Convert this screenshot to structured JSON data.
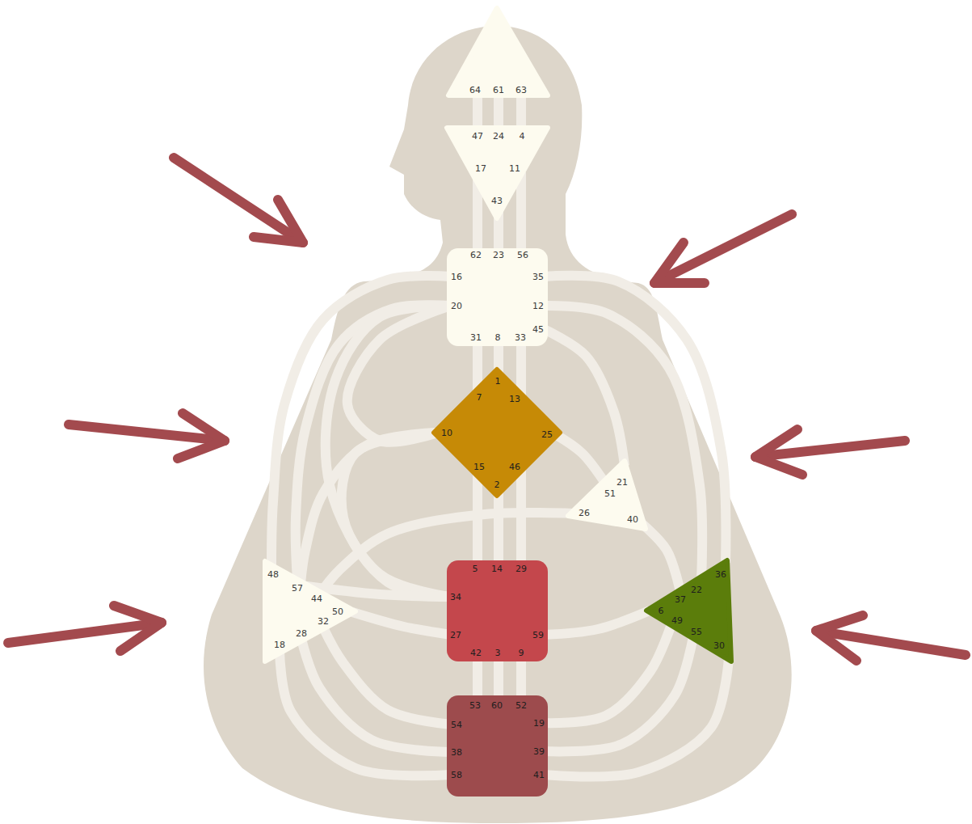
{
  "diagram": {
    "nodes": [
      {
        "text": [
          "64",
          "61",
          "63"
        ]
      },
      {
        "text": [
          "47",
          "24",
          "4",
          "17",
          "11",
          "43"
        ]
      },
      {
        "text": [
          "62",
          "23",
          "56",
          "16",
          "35",
          "20",
          "12",
          "31",
          "8",
          "33",
          "45"
        ]
      },
      {
        "text": [
          "1",
          "7",
          "13",
          "10",
          "25",
          "15",
          "46",
          "2"
        ]
      },
      {
        "text": [
          "21",
          "51",
          "26",
          "40"
        ]
      },
      {
        "text": [
          "48",
          "57",
          "44",
          "50",
          "32",
          "28",
          "18"
        ]
      },
      {
        "text": [
          "5",
          "14",
          "29",
          "34",
          "27",
          "59",
          "42",
          "3",
          "9"
        ]
      },
      {
        "text": [
          "36",
          "22",
          "37",
          "6",
          "49",
          "55",
          "30"
        ]
      },
      {
        "text": [
          "53",
          "60",
          "52",
          "54",
          "19",
          "38",
          "39",
          "58",
          "41"
        ]
      }
    ],
    "edges": [
      {
        "from": 0,
        "to": 1,
        "arrow": "none"
      },
      {
        "from": 0,
        "to": 1,
        "arrow": "none"
      },
      {
        "from": 0,
        "to": 1,
        "arrow": "none"
      },
      {
        "from": 1,
        "to": 2,
        "arrow": "none"
      },
      {
        "from": 1,
        "to": 2,
        "arrow": "none"
      },
      {
        "from": 1,
        "to": 2,
        "arrow": "none"
      },
      {
        "from": 2,
        "to": 3,
        "arrow": "none"
      },
      {
        "from": 2,
        "to": 3,
        "arrow": "none"
      },
      {
        "from": 2,
        "to": 3,
        "arrow": "none"
      },
      {
        "from": 2,
        "to": 5,
        "arrow": "none"
      },
      {
        "from": 2,
        "to": 5,
        "arrow": "none"
      },
      {
        "from": 2,
        "to": 6,
        "arrow": "none"
      },
      {
        "from": 2,
        "to": 4,
        "arrow": "none"
      },
      {
        "from": 2,
        "to": 7,
        "arrow": "none"
      },
      {
        "from": 2,
        "to": 7,
        "arrow": "none"
      },
      {
        "from": 3,
        "to": 6,
        "arrow": "none"
      },
      {
        "from": 3,
        "to": 6,
        "arrow": "none"
      },
      {
        "from": 3,
        "to": 6,
        "arrow": "none"
      },
      {
        "from": 3,
        "to": 2,
        "arrow": "none"
      },
      {
        "from": 3,
        "to": 5,
        "arrow": "none"
      },
      {
        "from": 3,
        "to": 6,
        "arrow": "none"
      },
      {
        "from": 3,
        "to": 4,
        "arrow": "none"
      },
      {
        "from": 4,
        "to": 5,
        "arrow": "none"
      },
      {
        "from": 4,
        "to": 7,
        "arrow": "none"
      },
      {
        "from": 5,
        "to": 6,
        "arrow": "none"
      },
      {
        "from": 5,
        "to": 6,
        "arrow": "none"
      },
      {
        "from": 6,
        "to": 7,
        "arrow": "none"
      },
      {
        "from": 6,
        "to": 8,
        "arrow": "none"
      },
      {
        "from": 6,
        "to": 8,
        "arrow": "none"
      },
      {
        "from": 6,
        "to": 8,
        "arrow": "none"
      },
      {
        "from": 5,
        "to": 8,
        "arrow": "none"
      },
      {
        "from": 5,
        "to": 8,
        "arrow": "none"
      },
      {
        "from": 5,
        "to": 8,
        "arrow": "none"
      },
      {
        "from": 7,
        "to": 8,
        "arrow": "none"
      },
      {
        "from": 7,
        "to": 8,
        "arrow": "none"
      },
      {
        "from": 7,
        "to": 8,
        "arrow": "none"
      }
    ]
  }
}
